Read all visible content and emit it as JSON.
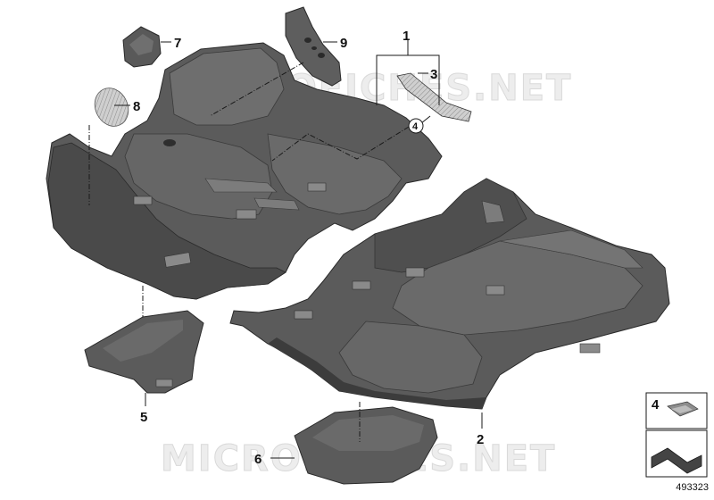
{
  "watermark": {
    "text_top": "MICROFICHES.NET",
    "text_bottom": "MICROFICHES.NET"
  },
  "callouts": {
    "c1": "1",
    "c2": "2",
    "c3": "3",
    "c4": "4",
    "c5": "5",
    "c6": "6",
    "c7": "7",
    "c8": "8",
    "c9": "9"
  },
  "legend": {
    "item_number": "4"
  },
  "diagram_id": "493323",
  "colors": {
    "part_fill": "#5d5d5d",
    "part_dark": "#3f3f3f",
    "part_light": "#7a7a7a",
    "line": "#1a1a1a"
  }
}
